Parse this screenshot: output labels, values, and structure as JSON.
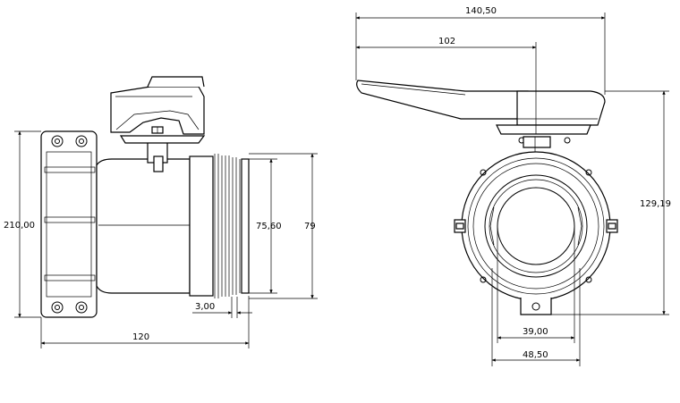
{
  "dimensions": {
    "d210": "210,00",
    "d120": "120",
    "d3": "3,00",
    "d7560": "75,60",
    "d79": "79",
    "d14050": "140,50",
    "d102": "102",
    "d12919": "129,19",
    "d39": "39,00",
    "d4850": "48,50"
  }
}
